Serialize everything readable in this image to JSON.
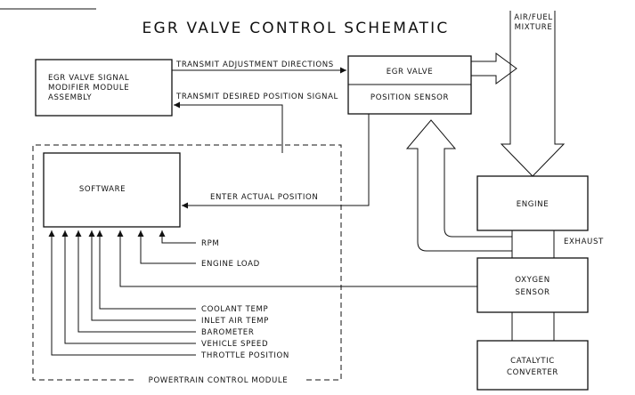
{
  "title": "EGR VALVE CONTROL SCHEMATIC",
  "boxes": {
    "signal_modifier": [
      "EGR VALVE SIGNAL",
      "MODIFIER MODULE",
      "ASSEMBLY"
    ],
    "egr_valve": "EGR VALVE",
    "position_sensor": "POSITION SENSOR",
    "software": "SOFTWARE",
    "engine": "ENGINE",
    "oxygen_sensor": [
      "OXYGEN",
      "SENSOR"
    ],
    "catalytic_converter": [
      "CATALYTIC",
      "CONVERTER"
    ]
  },
  "signals": {
    "transmit_adjustment": "TRANSMIT ADJUSTMENT DIRECTIONS",
    "transmit_desired": "TRANSMIT DESIRED POSITION SIGNAL",
    "enter_actual": "ENTER ACTUAL POSITION"
  },
  "air_fuel": [
    "AIR/FUEL",
    "MIXTURE"
  ],
  "exhaust": "EXHAUST",
  "inputs": [
    "RPM",
    "ENGINE LOAD",
    "COOLANT TEMP",
    "INLET AIR TEMP",
    "BAROMETER",
    "VEHICLE SPEED",
    "THROTTLE POSITION"
  ],
  "module_label": "POWERTRAIN CONTROL MODULE"
}
